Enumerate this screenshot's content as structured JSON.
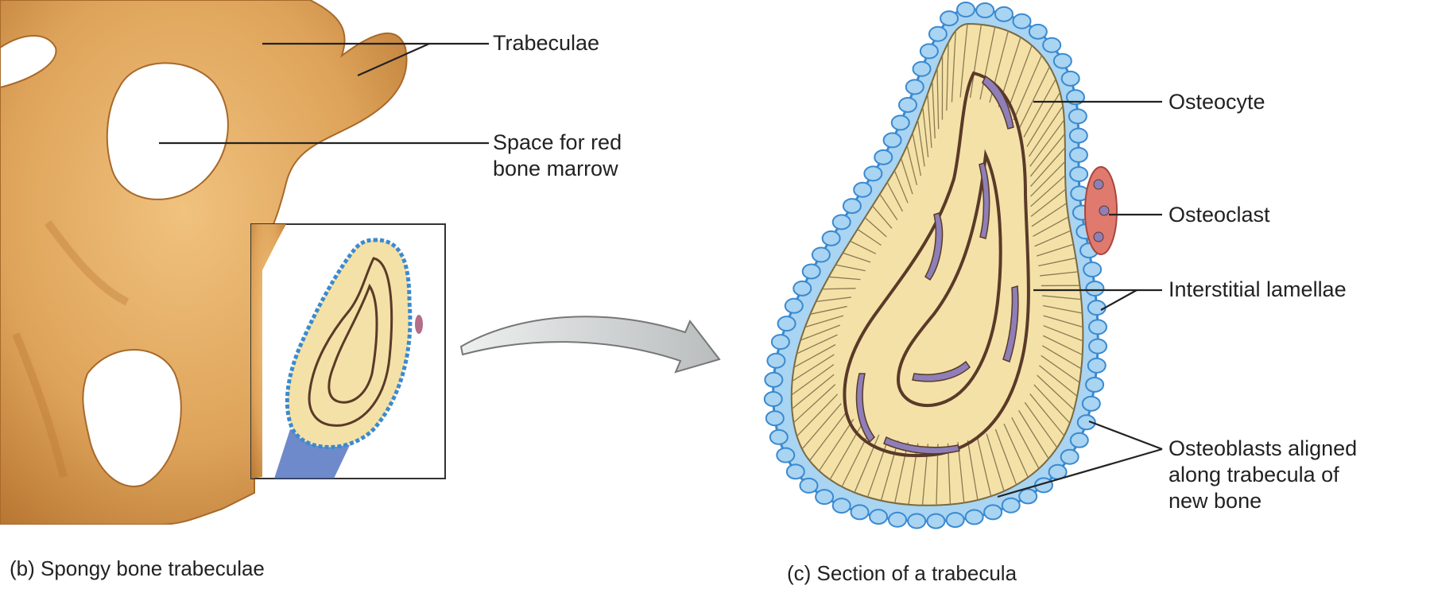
{
  "panel_b": {
    "caption": "(b) Spongy bone trabeculae",
    "labels": {
      "trabeculae": "Trabeculae",
      "marrow_space": "Space for red\nbone marrow"
    }
  },
  "panel_c": {
    "caption": "(c) Section of a trabecula",
    "labels": {
      "osteocyte": "Osteocyte",
      "osteoclast": "Osteoclast",
      "interstitial_lamellae": "Interstitial lamellae",
      "osteoblasts": "Osteoblasts aligned\nalong trabecula of\nnew bone"
    }
  },
  "colors": {
    "bone": "#e0a65a",
    "bone_shadow": "#b9792f",
    "lamella": "#f4e1a8",
    "osteoblast": "#a9d4f2",
    "osteoblast_outline": "#3a8ad0",
    "osteocyte": "#8e7fb8",
    "canal": "#5a3a28",
    "osteoclast": "#e07a6e",
    "arrow": "#c9cccc"
  }
}
